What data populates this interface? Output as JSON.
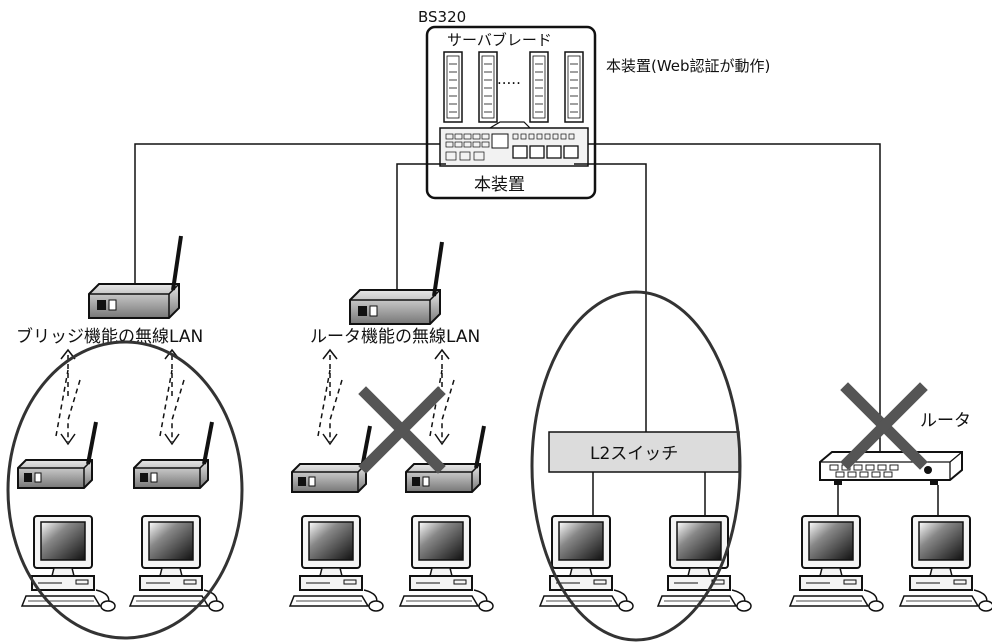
{
  "labels": {
    "model": "BS320",
    "server_blade": "サーバブレード",
    "this_device_note": "本装置(Web認証が動作)",
    "this_device": "本装置",
    "bridge_wlan": "ブリッジ機能の無線LAN",
    "router_wlan": "ルータ機能の無線LAN",
    "l2_switch": "L2スイッチ",
    "router": "ルータ",
    "blade_ellipsis": "....."
  },
  "icons": {
    "bridge_ap": "wireless-access-point-icon",
    "router_ap": "wireless-access-point-icon",
    "client_ap": "wireless-client-icon",
    "pc": "desktop-computer-icon",
    "l2switch": "network-switch-icon",
    "router": "router-icon",
    "not_supported": "cross-mark-icon",
    "wireless_link": "wireless-link-icon"
  },
  "colors": {
    "line": "#111111",
    "cross": "#555555",
    "switch_fill": "#dcdcdc"
  }
}
